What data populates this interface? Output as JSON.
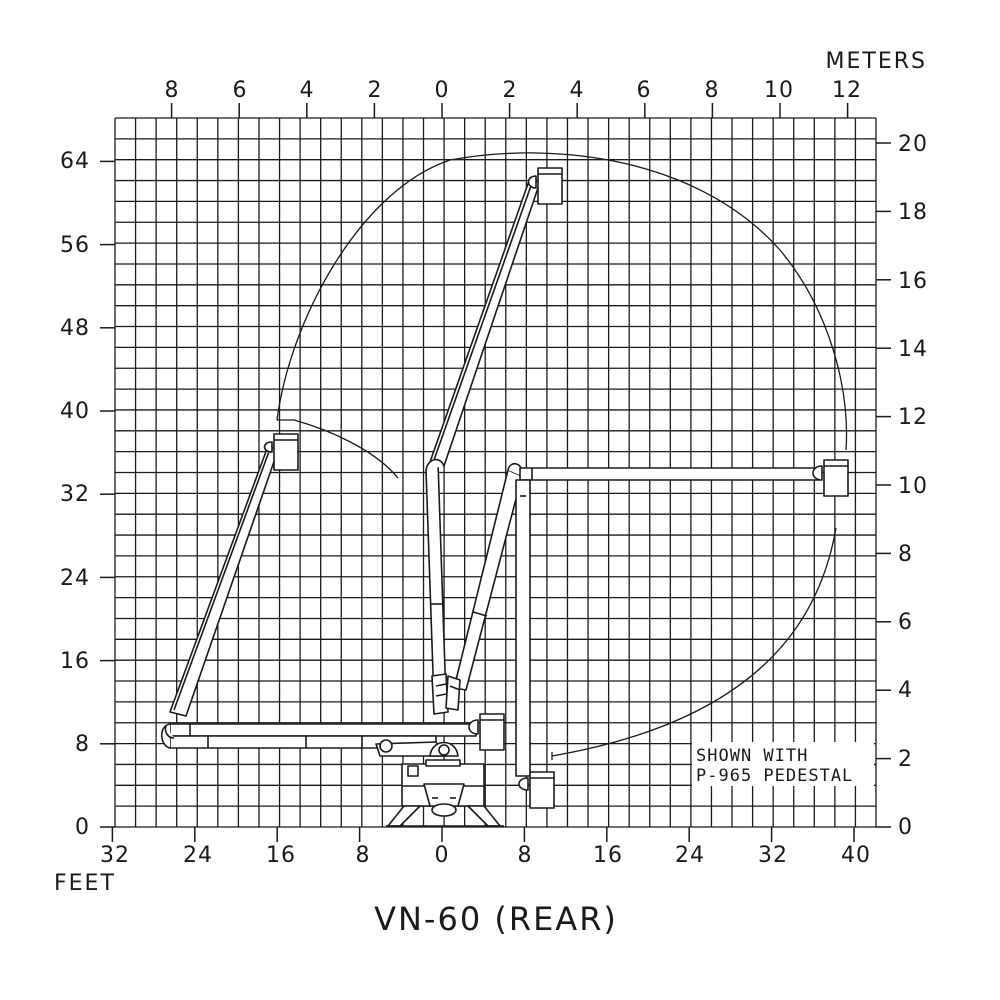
{
  "title": "VN-60 (REAR)",
  "axes": {
    "feet_unit": "FEET",
    "meters_unit": "METERS",
    "feet_x_ticks": [
      "32",
      "24",
      "16",
      "8",
      "0",
      "8",
      "16",
      "24",
      "32",
      "40"
    ],
    "feet_y_ticks": [
      "0",
      "8",
      "16",
      "24",
      "32",
      "40",
      "48",
      "56",
      "64"
    ],
    "meters_x_ticks": [
      "8",
      "6",
      "4",
      "2",
      "0",
      "2",
      "4",
      "6",
      "8",
      "10",
      "12"
    ],
    "meters_y_ticks": [
      "0",
      "2",
      "4",
      "6",
      "8",
      "10",
      "12",
      "14",
      "16",
      "18",
      "20"
    ]
  },
  "note": {
    "line1": "SHOWN WITH",
    "line2": "P-965 PEDESTAL"
  },
  "colors": {
    "ink": "#1a1a1a",
    "paper": "#ffffff"
  }
}
